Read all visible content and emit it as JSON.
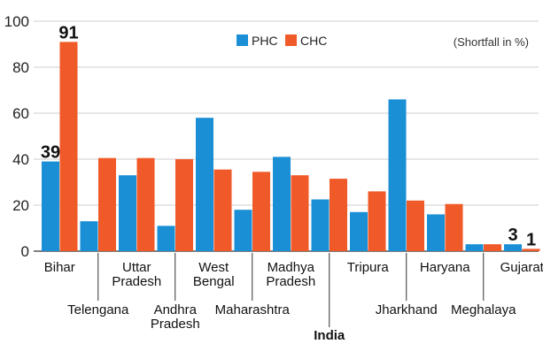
{
  "chart_data": {
    "type": "bar",
    "categories": [
      "Bihar",
      "Telengana",
      "Uttar Pradesh",
      "Andhra Pradesh",
      "West Bengal",
      "Maharashtra",
      "Madhya Pradesh",
      "India",
      "Tripura",
      "Jharkhand",
      "Haryana",
      "Meghalaya",
      "Gujarat"
    ],
    "category_labels": [
      [
        "Bihar"
      ],
      [
        "Telengana"
      ],
      [
        "Uttar",
        "Pradesh"
      ],
      [
        "Andhra",
        "Pradesh"
      ],
      [
        "West",
        "Bengal"
      ],
      [
        "Maharashtra"
      ],
      [
        "Madhya",
        "Pradesh"
      ],
      [
        "India"
      ],
      [
        "Tripura"
      ],
      [
        "Jharkhand"
      ],
      [
        "Haryana"
      ],
      [
        "Meghalaya"
      ],
      [
        "Gujarat"
      ]
    ],
    "series": [
      {
        "name": "PHC",
        "color": "#1a8fd6",
        "values": [
          39,
          13,
          33,
          11,
          58,
          18,
          41,
          22.5,
          17,
          66,
          16,
          3,
          3
        ]
      },
      {
        "name": "CHC",
        "color": "#f05a28",
        "values": [
          91,
          40.5,
          40.5,
          40,
          35.5,
          34.5,
          33,
          31.5,
          26,
          22,
          20.5,
          3,
          1
        ]
      }
    ],
    "data_labels": [
      {
        "category": "Bihar",
        "series": "PHC",
        "text": "39"
      },
      {
        "category": "Bihar",
        "series": "CHC",
        "text": "91"
      },
      {
        "category": "Gujarat",
        "series": "PHC",
        "text": "3"
      },
      {
        "category": "Gujarat",
        "series": "CHC",
        "text": "1"
      }
    ],
    "annotation": "(Shortfall in %)",
    "yticks": [
      0,
      20,
      40,
      60,
      80,
      100
    ],
    "ylim": [
      0,
      100
    ],
    "grid": true,
    "legend_position": "top-center",
    "highlight_category": "India"
  }
}
